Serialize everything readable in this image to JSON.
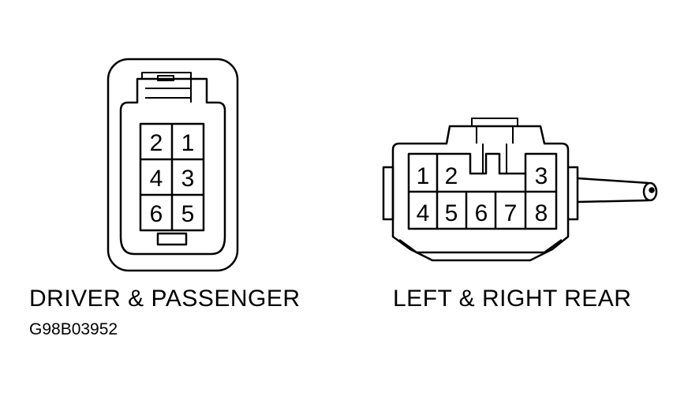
{
  "connector_left": {
    "pins": [
      "2",
      "1",
      "4",
      "3",
      "6",
      "5"
    ],
    "caption": "DRIVER & PASSENGER"
  },
  "connector_right": {
    "pins_top": [
      "1",
      "2",
      "3"
    ],
    "pins_bottom": [
      "4",
      "5",
      "6",
      "7",
      "8"
    ],
    "caption": "LEFT & RIGHT REAR"
  },
  "figure_code": "G98B03952"
}
